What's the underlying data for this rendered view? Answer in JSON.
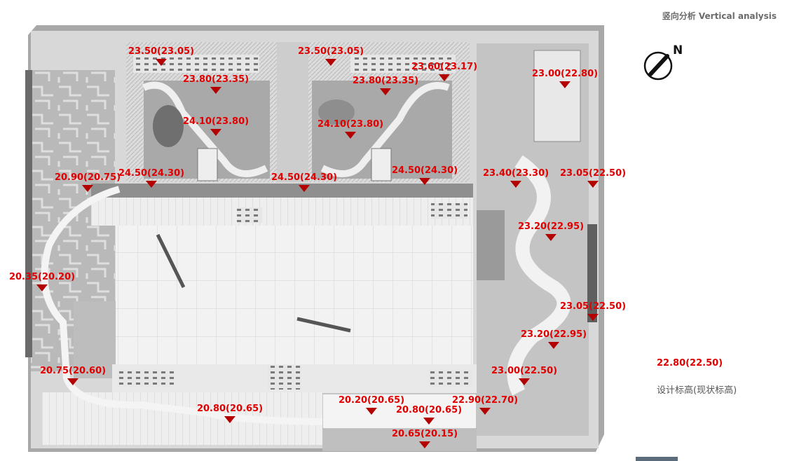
{
  "page": {
    "title": "竖向分析 Vertical analysis"
  },
  "compass": {
    "label": "N",
    "icon": "north-arrow-icon"
  },
  "legend": {
    "value": "22.80(22.50)",
    "description": "设计标高(现状标高)"
  },
  "colors": {
    "label_red": "#e00000",
    "marker_red": "#b30000",
    "plan_gray": "#8a8a8a",
    "accent_blue_gray": "#5b6c7d"
  },
  "elevation_labels": [
    {
      "text": "23.50(23.05)"
    },
    {
      "text": "23.50(23.05)"
    },
    {
      "text": "23.80(23.35)"
    },
    {
      "text": "23.80(23.35)"
    },
    {
      "text": "23.60(23.17)"
    },
    {
      "text": "23.00(22.80)"
    },
    {
      "text": "24.10(23.80)"
    },
    {
      "text": "24.10(23.80)"
    },
    {
      "text": "20.90(20.75)"
    },
    {
      "text": "24.50(24.30)"
    },
    {
      "text": "24.50(24.30)"
    },
    {
      "text": "24.50(24.30)"
    },
    {
      "text": "23.40(23.30)"
    },
    {
      "text": "23.05(22.50)"
    },
    {
      "text": "23.20(22.95)"
    },
    {
      "text": "20.35(20.20)"
    },
    {
      "text": "23.05(22.50)"
    },
    {
      "text": "23.20(22.95)"
    },
    {
      "text": "20.75(20.60)"
    },
    {
      "text": "23.00(22.50)"
    },
    {
      "text": "20.20(20.65)"
    },
    {
      "text": "22.90(22.70)"
    },
    {
      "text": "20.80(20.65)"
    },
    {
      "text": "20.80(20.65)"
    },
    {
      "text": "20.65(20.15)"
    }
  ]
}
